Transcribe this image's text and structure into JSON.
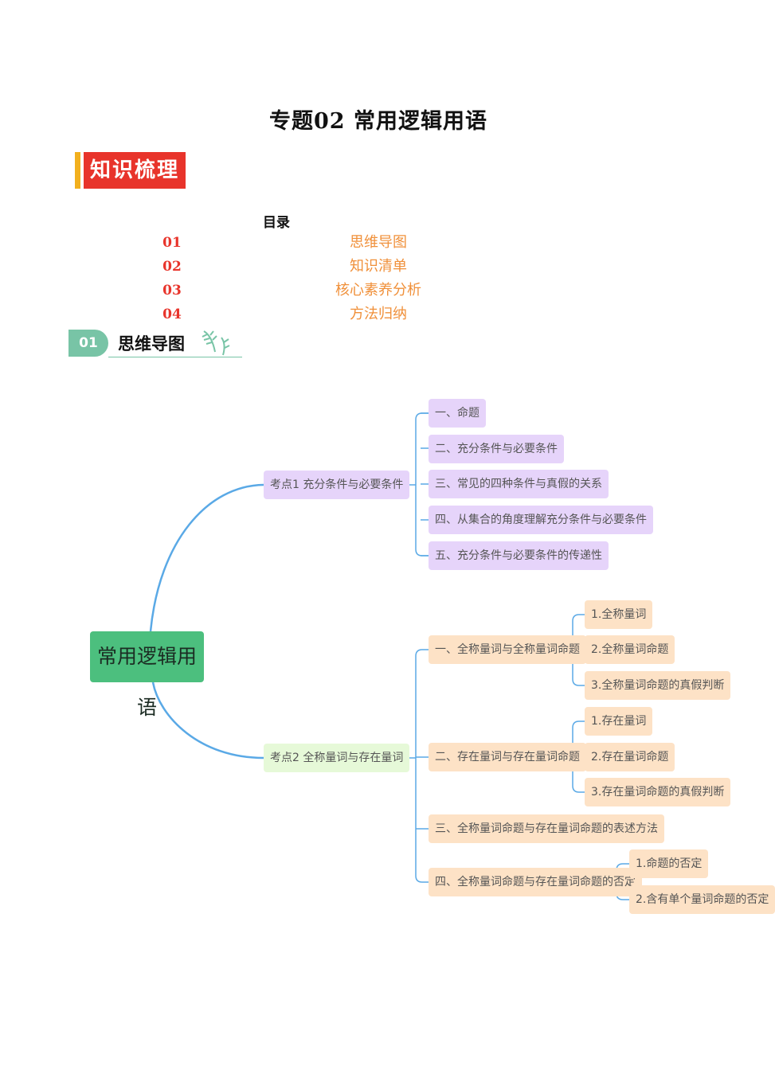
{
  "doc": {
    "title": "专题02 常用逻辑用语",
    "section_badge": "知识梳理",
    "toc_heading": "目录",
    "toc": [
      {
        "num": "01",
        "label": "思维导图"
      },
      {
        "num": "02",
        "label": "知识清单"
      },
      {
        "num": "03",
        "label": "核心素养分析"
      },
      {
        "num": "04",
        "label": "方法归纳"
      }
    ],
    "mindmap_badge": {
      "num": "01",
      "label": "思维导图"
    }
  },
  "mindmap": {
    "root": "常用逻辑用语",
    "topic1": {
      "label": "考点1 充分条件与必要条件",
      "items": [
        "一、命题",
        "二、充分条件与必要条件",
        "三、常见的四种条件与真假的关系",
        "四、从集合的角度理解充分条件与必要条件",
        "五、充分条件与必要条件的传递性"
      ]
    },
    "topic2": {
      "label": "考点2 全称量词与存在量词",
      "sub1": {
        "label": "一、全称量词与全称量词命题",
        "items": [
          "1.全称量词",
          "2.全称量词命题",
          "3.全称量词命题的真假判断"
        ]
      },
      "sub2": {
        "label": "二、存在量词与存在量词命题",
        "items": [
          "1.存在量词",
          "2.存在量词命题",
          "3.存在量词命题的真假判断"
        ]
      },
      "sub3": {
        "label": "三、全称量词命题与存在量词命题的表述方法"
      },
      "sub4": {
        "label": "四、全称量词命题与存在量词命题的否定",
        "items": [
          "1.命题的否定",
          "2.含有单个量词命题的否定"
        ]
      }
    }
  },
  "colors": {
    "topic1": "#e6d4fa",
    "topic2": "#e6f9d8",
    "leaf": "#fde2c6",
    "root": "#4cbf7e",
    "link": "#5aa9e6",
    "toc_num": "#e8342b",
    "toc_label": "#f0903a"
  }
}
